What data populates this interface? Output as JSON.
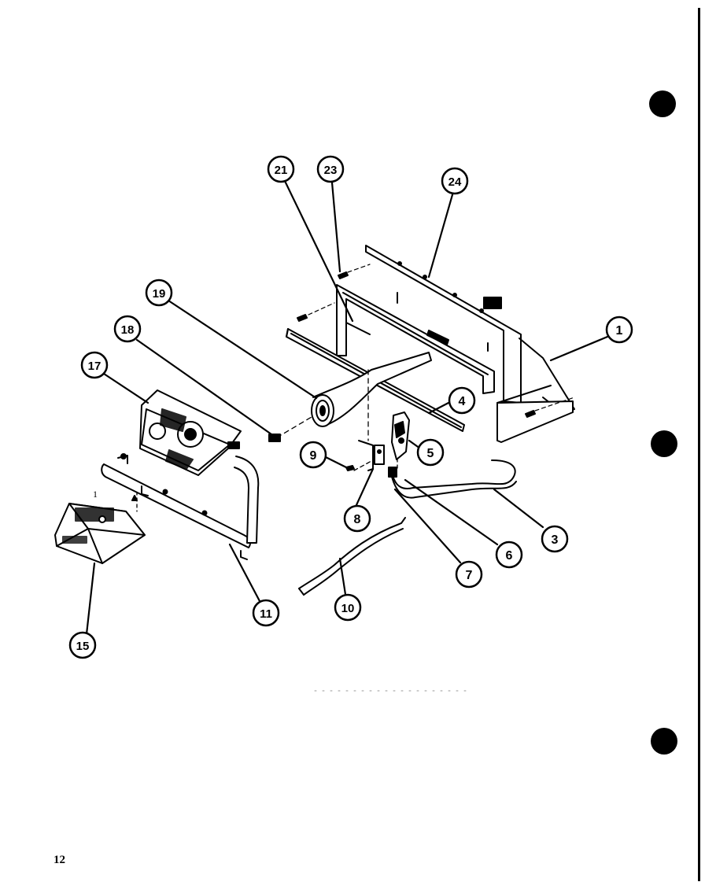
{
  "page": {
    "number": "12"
  },
  "colors": {
    "ink": "#000000",
    "paper": "#ffffff"
  },
  "callouts": [
    "1",
    "3",
    "4",
    "5",
    "6",
    "7",
    "8",
    "9",
    "10",
    "11",
    "15",
    "17",
    "18",
    "19",
    "21",
    "23",
    "24"
  ],
  "extra_label": "1"
}
